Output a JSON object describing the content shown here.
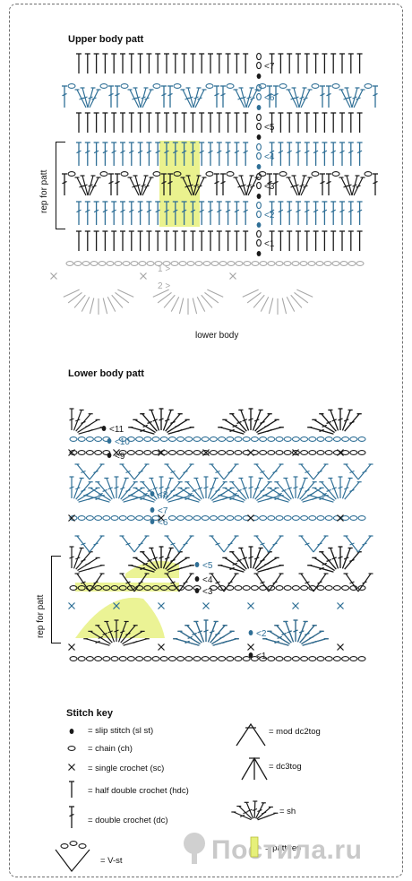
{
  "upper": {
    "title": "Upper body patt",
    "rep_label": "rep for patt",
    "sub_label": "lower body",
    "row_numbers": [
      "1",
      "2",
      "3",
      "4",
      "5",
      "6",
      "7"
    ]
  },
  "lower": {
    "title": "Lower body patt",
    "rep_label": "rep for patt",
    "row_numbers": [
      "1",
      "2",
      "3",
      "4",
      "5",
      "6",
      "7",
      "8",
      "9",
      "10",
      "11"
    ]
  },
  "key": {
    "title": "Stitch key",
    "items": [
      {
        "symbol": "slip-stitch",
        "label": "= slip stitch (sl st)"
      },
      {
        "symbol": "chain",
        "label": "= chain (ch)"
      },
      {
        "symbol": "single-crochet",
        "label": "= single crochet (sc)"
      },
      {
        "symbol": "half-double-crochet",
        "label": "= half double crochet (hdc)"
      },
      {
        "symbol": "double-crochet",
        "label": "= double crochet (dc)"
      },
      {
        "symbol": "v-st",
        "label": "= V-st"
      },
      {
        "symbol": "mod-dc2tog",
        "label": "= mod dc2tog"
      },
      {
        "symbol": "dc3tog",
        "label": "= dc3tog"
      },
      {
        "symbol": "shell",
        "label": "= sh"
      },
      {
        "symbol": "patt-rep",
        "label": "= patt rep"
      }
    ]
  },
  "watermark": {
    "text": "Постила.ru"
  },
  "colors": {
    "ink": "#1a1a1a",
    "blue": "#2f6f96",
    "highlight": "#e6f07a",
    "gray": "#a8a8a8",
    "frame": "#6f6f6f"
  }
}
